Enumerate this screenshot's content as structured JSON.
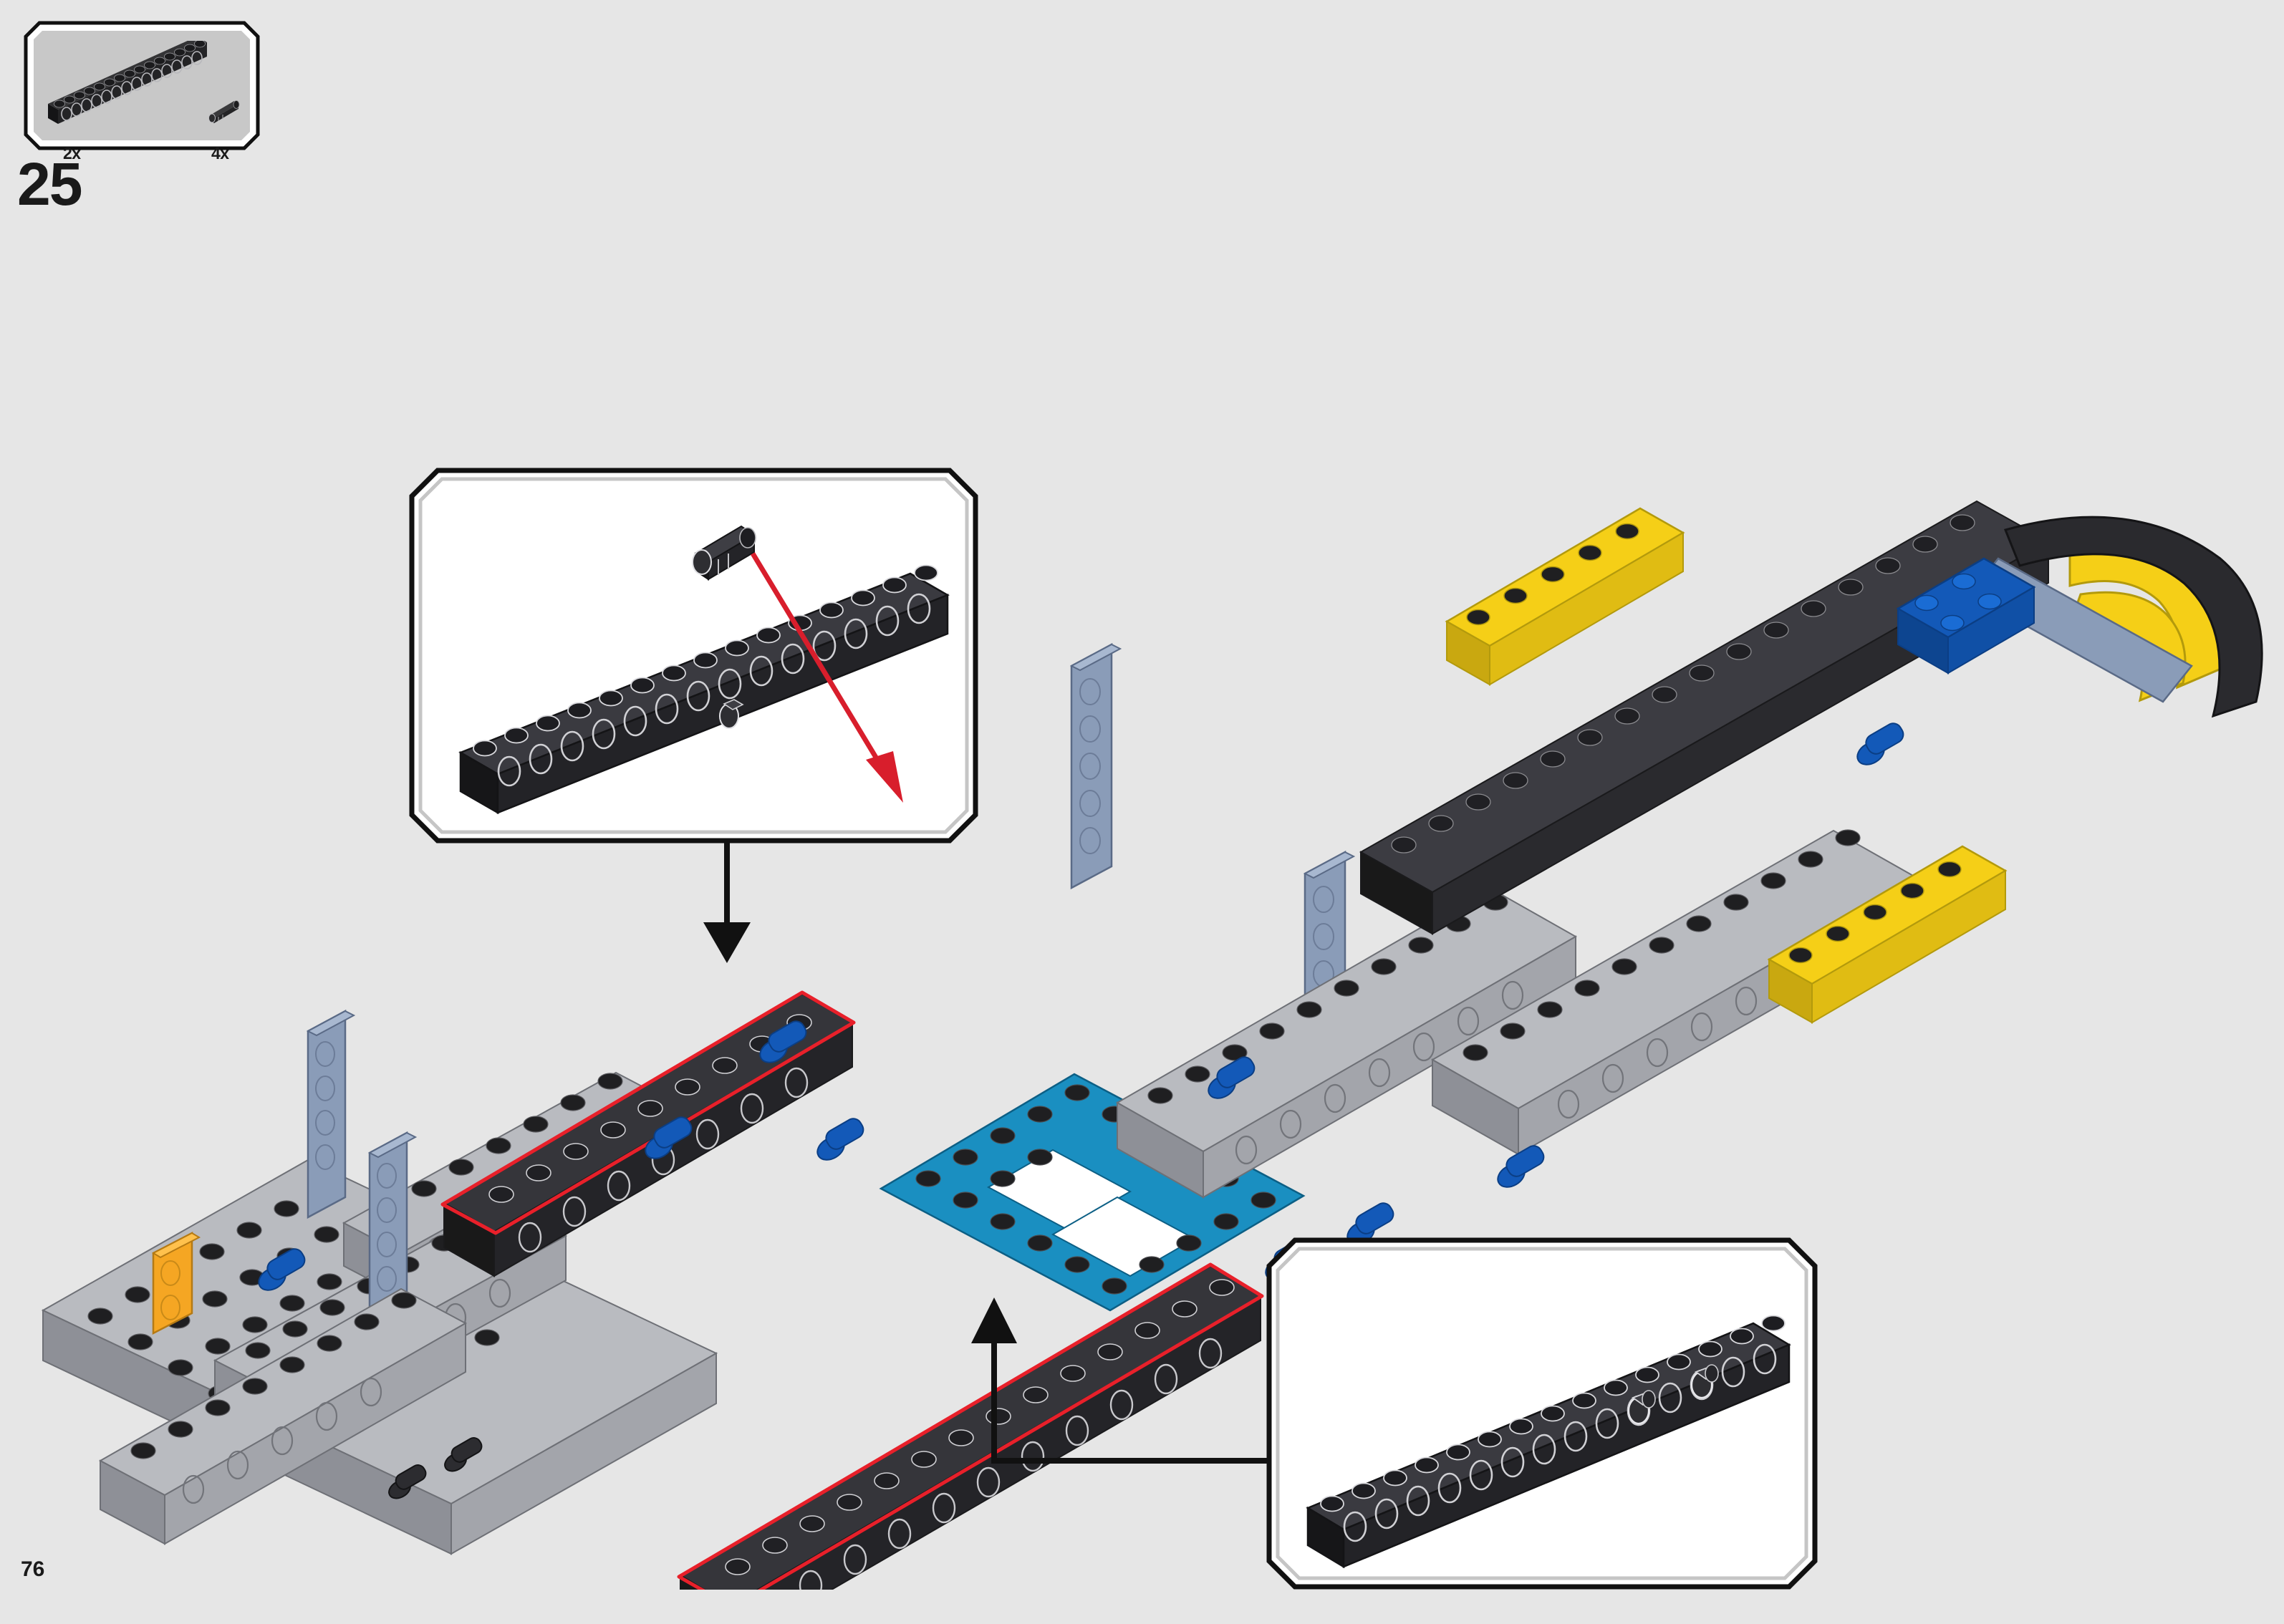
{
  "page": {
    "page_number": "76",
    "step_number": "25",
    "background_color": "#e6e6e6"
  },
  "parts_callout": {
    "name": "parts-required-box",
    "fill_color": "#c8c8c8",
    "border_color": "#111111",
    "inner_border_color": "#ffffff",
    "parts": [
      {
        "id": "technic-brick-1x16",
        "icon": "technic-beam-icon",
        "quantity_label": "2x",
        "color": "#1c1c1c",
        "holes": 15
      },
      {
        "id": "technic-pin-connector",
        "icon": "technic-pin-icon",
        "quantity_label": "4x",
        "color": "#1c1c1c"
      }
    ]
  },
  "detail_callouts": [
    {
      "name": "detail-callout-top",
      "position": "top-left",
      "border_color": "#111111",
      "fill_color": "#ffffff",
      "arrow_color": "#d81e2c",
      "content": {
        "beam_label": "technic-brick-1x16",
        "beam_color": "#1c1c1c",
        "pin_label": "technic-pin",
        "pin_color": "#1c1c1c",
        "action": "insert-pin-into-beam"
      },
      "leader_arrow": {
        "direction": "down",
        "color": "#111111",
        "target": "highlighted-beam-left"
      }
    },
    {
      "name": "detail-callout-bottom",
      "position": "bottom-right",
      "border_color": "#111111",
      "fill_color": "#ffffff",
      "content": {
        "beam_label": "technic-brick-1x16-with-pins",
        "beam_color": "#1c1c1c",
        "pins_installed": 2
      },
      "leader_arrow": {
        "direction": "up",
        "color": "#111111",
        "target": "highlighted-beam-right"
      }
    }
  ],
  "model": {
    "name": "lego-technic-chassis-assembly",
    "highlight_outline_color": "#e8202a",
    "colors": {
      "dark_bluish_gray": "#9a9a9e",
      "light_bluish_gray": "#b4b6bb",
      "black": "#2a2a2c",
      "blue": "#1359b8",
      "azure": "#1a8fc1",
      "yellow": "#f5cf17",
      "orange": "#f6a823",
      "sand_blue": "#8a9cb8",
      "stud_dark": "#1f1f21",
      "white": "#f2f2f2"
    },
    "highlighted_parts": [
      {
        "name": "technic-beam-left-front",
        "outline": "#e8202a"
      },
      {
        "name": "technic-beam-right-front",
        "outline": "#e8202a"
      }
    ],
    "element_groups": [
      {
        "name": "baseplate-gray",
        "color": "#b4b6bb"
      },
      {
        "name": "center-azure-frame",
        "color": "#1a8fc1"
      },
      {
        "name": "yellow-beams",
        "color": "#f5cf17"
      },
      {
        "name": "orange-panels",
        "color": "#f6a823"
      },
      {
        "name": "sand-blue-panels",
        "color": "#8a9cb8"
      },
      {
        "name": "blue-pins",
        "color": "#1359b8"
      },
      {
        "name": "black-beams",
        "color": "#2a2a2c"
      }
    ]
  }
}
